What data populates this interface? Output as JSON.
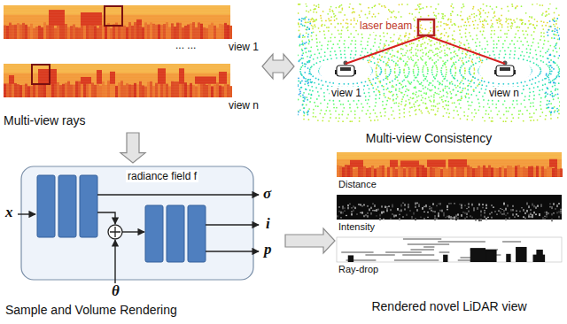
{
  "diagram": {
    "nodes": [
      {
        "text": [
          "view 1",
          "... ...",
          "view n",
          "Multi-view rays"
        ]
      },
      {
        "text": [
          "laser beam",
          "view 1",
          "view n",
          "Multi-view Consistency"
        ]
      },
      {
        "text": [
          "radiance field f",
          "Sample and Volume Rendering"
        ]
      },
      {
        "text": [
          "Distance",
          "Intensity",
          "Ray-drop",
          "Rendered novel LiDAR view"
        ]
      }
    ],
    "edges": [
      {
        "from": 0,
        "to": 1,
        "arrow": "both"
      },
      {
        "from": 0,
        "to": 2,
        "arrow": "to"
      },
      {
        "from": 2,
        "to": 3,
        "arrow": "to"
      }
    ],
    "labels": [
      "x",
      "θ",
      "σ",
      "i",
      "p"
    ]
  }
}
